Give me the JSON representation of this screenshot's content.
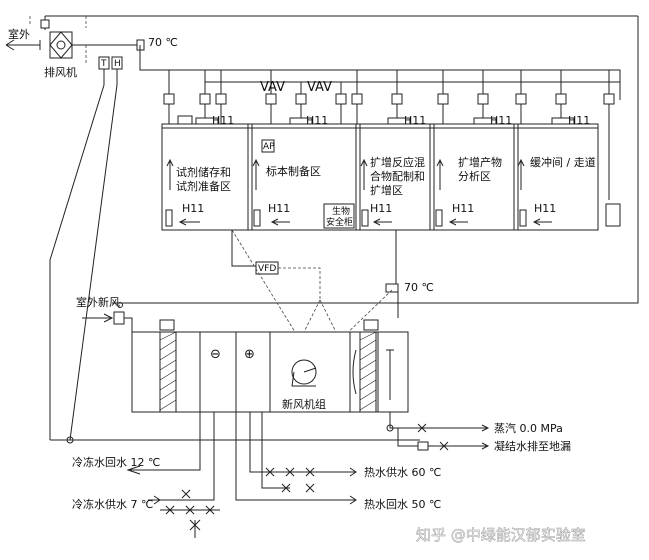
{
  "labels": {
    "outdoor_exhaust": "室外",
    "exhaust_fan": "排风机",
    "temp_top": "70 ℃",
    "vav_1": "VAV",
    "vav_2": "VAV",
    "room_1": [
      "试剂储存和",
      "试剂准备区"
    ],
    "room_2": "标本制备区",
    "room_3": [
      "扩增反应混",
      "合物配制和",
      "扩增区"
    ],
    "room_4": [
      "扩增产物",
      "分析区"
    ],
    "room_5": "缓冲间 / 走道",
    "bsc": [
      "生物",
      "安全柜"
    ],
    "h11": "H11",
    "vfd": "VFD",
    "ap": "AP",
    "temp_mid": "70 ℃",
    "fresh_air": "室外新风",
    "ahu": "新风机组",
    "steam": "蒸汽 0.0 MPa",
    "condensate": "凝结水排至地漏",
    "chw_return": "冷冻水回水 12 ℃",
    "chw_supply": "冷冻水供水 7 ℃",
    "hw_supply": "热水供水 60 ℃",
    "hw_return": "热水回水 50 ℃",
    "watermark": "知乎 @中绿能汉郁实验室",
    "sensor_t": "T",
    "sensor_h": "H",
    "sym_minus": "⊖",
    "sym_plus": "⊕"
  },
  "colors": {
    "line": "#222222",
    "watermark_stroke": "#9a9a9a"
  }
}
